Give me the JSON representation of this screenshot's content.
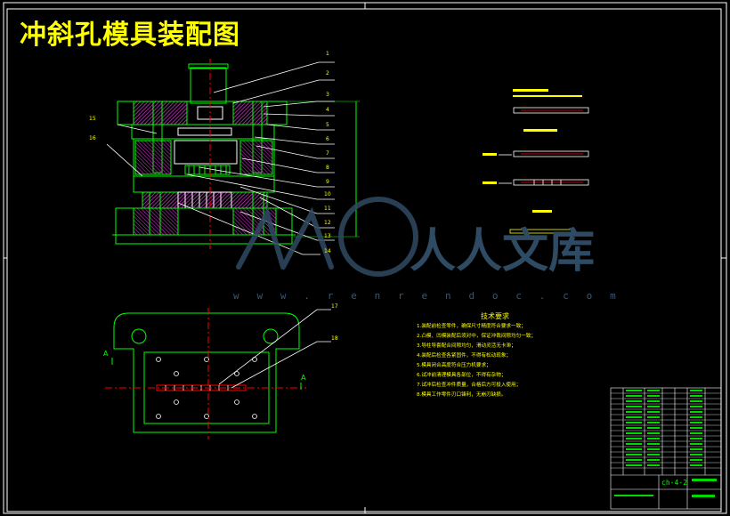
{
  "drawing": {
    "title": "冲斜孔模具装配图",
    "watermark_text": "人人文库",
    "watermark_url": "w w w . r e n r e n d o c . c o m",
    "sheet_code": "ch-4-2"
  },
  "callouts": {
    "upper": [
      "1",
      "2",
      "3",
      "4",
      "5",
      "6",
      "7",
      "8",
      "9",
      "10",
      "11",
      "12",
      "13",
      "14"
    ],
    "left": [
      "15",
      "16"
    ],
    "plan": [
      "17",
      "18"
    ]
  },
  "section_marks": {
    "left": "A",
    "right": "A"
  },
  "notes": {
    "title": "技术要求",
    "items": [
      "1.装配前检查零件，确保尺寸精度符合要求一致；",
      "2.凸模、凹模装配后须对中，保证冲裁间隙均匀一致；",
      "3.导柱导套配合间隙均匀，滑动灵活无卡滞；",
      "4.装配后检查各紧固件，不得有松动现象；",
      "5.模具闭合高度符合压力机要求；",
      "6.试冲前清理模具各部位，不得有杂物；",
      "7.试冲后检查冲件质量，合格后方可投入使用；",
      "8.模具工作零件刃口锋利，无崩刃缺损。"
    ]
  },
  "colors": {
    "outline": "#00ff00",
    "text": "#ffff00",
    "center": "#ff0000",
    "hatch": "#d040d0",
    "white": "#ffffff",
    "watermark": "#2f4a63"
  }
}
